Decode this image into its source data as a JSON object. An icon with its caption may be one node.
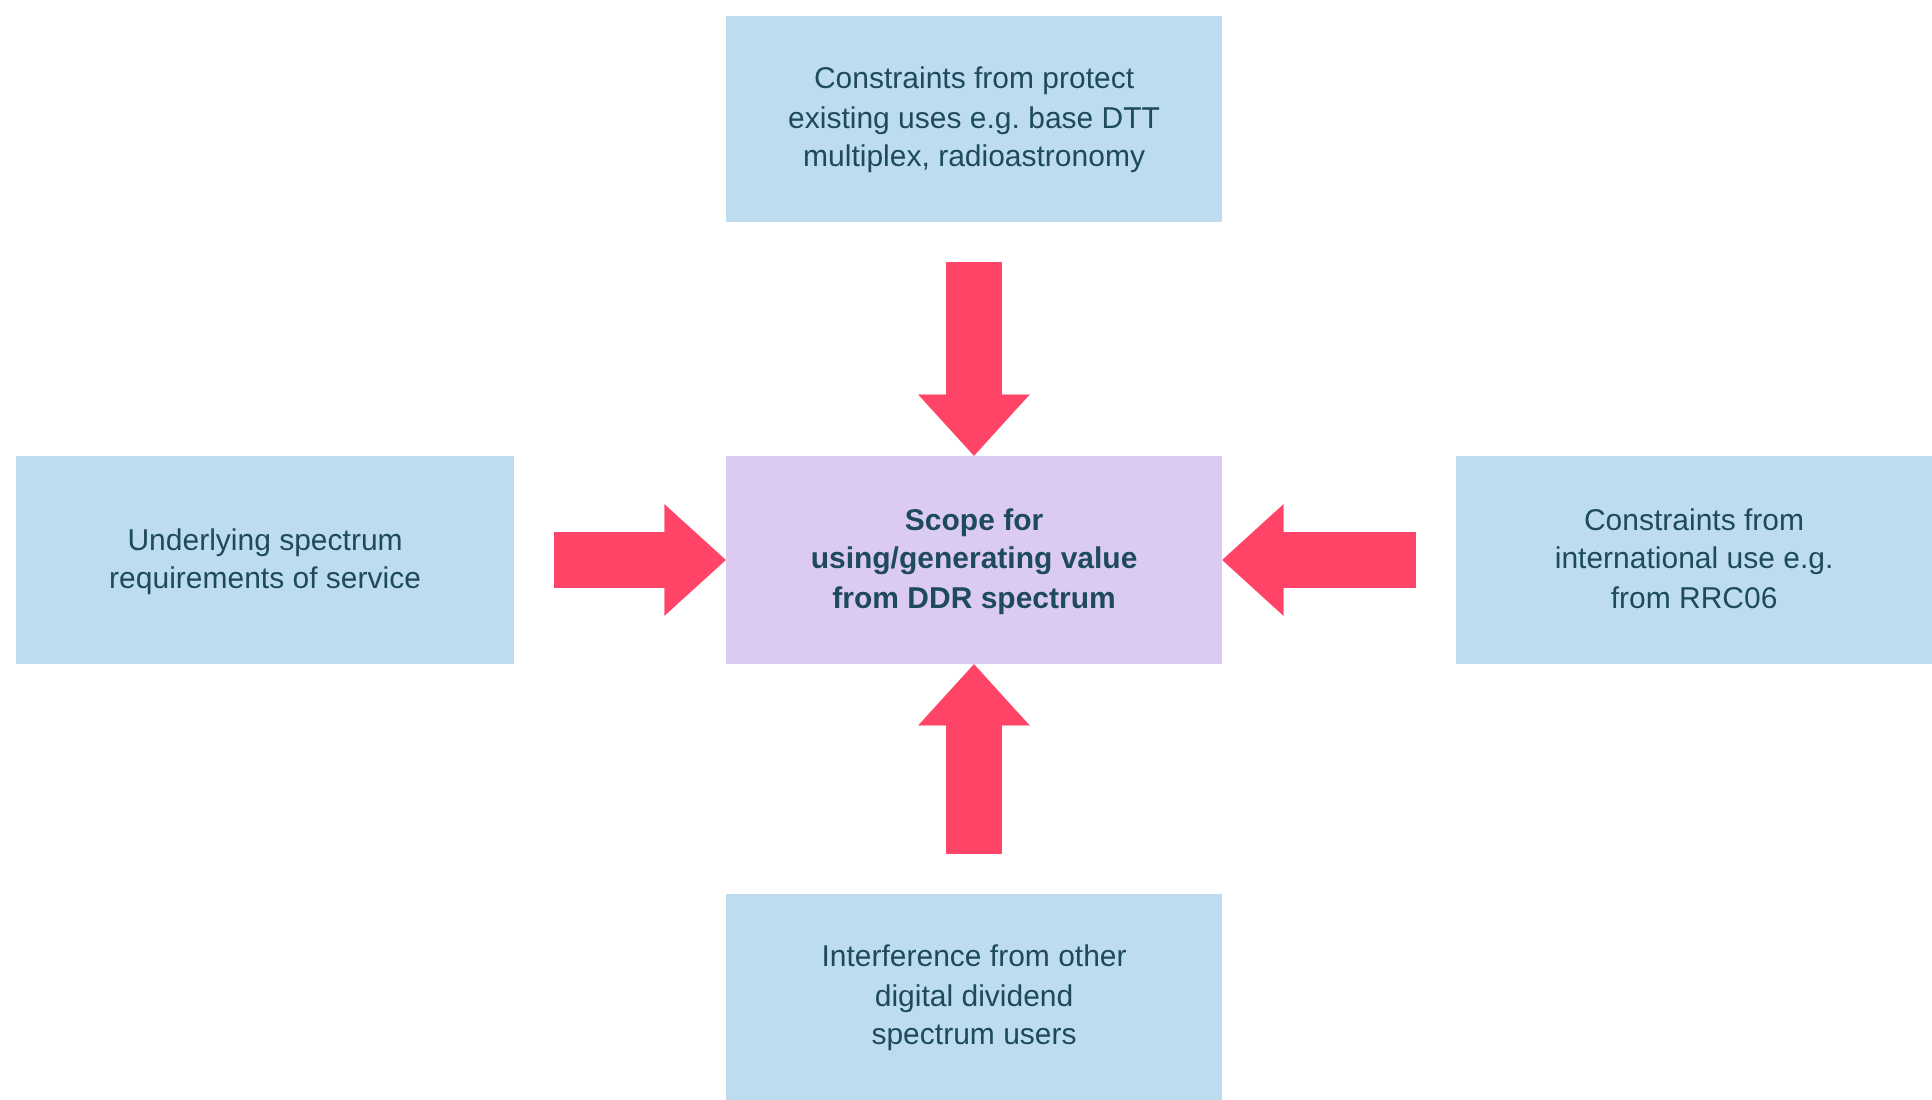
{
  "diagram": {
    "nodes": [
      {
        "text": [
          "Constraints from protect existing uses e.g. base DTT multiplex, radioastronomy"
        ]
      },
      {
        "text": [
          "Underlying spectrum requirements of service"
        ]
      },
      {
        "text": [
          "Scope for using/generating value from DDR spectrum"
        ]
      },
      {
        "text": [
          "Constraints from international use e.g. from RRC06"
        ]
      },
      {
        "text": [
          "Interference from other digital dividend spectrum users"
        ]
      }
    ],
    "edges": [
      {
        "from": 0,
        "to": 2,
        "arrow": "to",
        "style": "thick"
      },
      {
        "from": 1,
        "to": 2,
        "arrow": "to",
        "style": "thick"
      },
      {
        "from": 3,
        "to": 2,
        "arrow": "to",
        "style": "thick"
      },
      {
        "from": 4,
        "to": 2,
        "arrow": "to",
        "style": "thick"
      }
    ]
  }
}
